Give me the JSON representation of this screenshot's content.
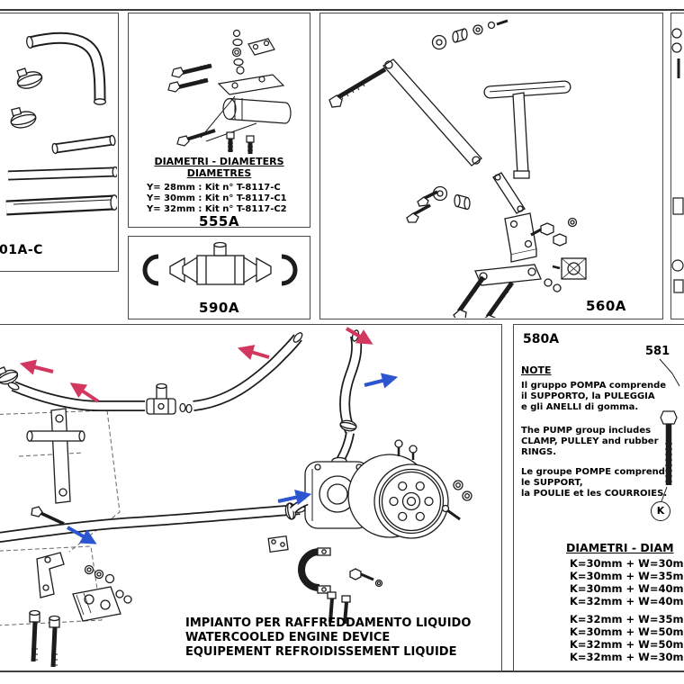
{
  "meta": {
    "page_type": "parts-catalog-exploded-diagram"
  },
  "colors": {
    "line": "#1c1c1c",
    "red_arrow": "#d2375f",
    "blue_arrow": "#2d55cf",
    "panel_border": "#4a4a4a"
  },
  "panels": {
    "hoses": {
      "code": "01A-C"
    },
    "p555": {
      "heading1": "DIAMETRI - DIAMETERS",
      "heading2": "DIAMETRES",
      "kits": [
        "Y= 28mm : Kit n° T-8117-C",
        "Y= 30mm : Kit n° T-8117-C1",
        "Y= 32mm : Kit n° T-8117-C2"
      ],
      "code": "555A"
    },
    "p590": {
      "code": "590A"
    },
    "p560": {
      "code": "560A"
    },
    "p580": {
      "code": "580A",
      "callout": "581",
      "k_badge": "K",
      "note_title": "NOTE",
      "note_it": [
        "Il gruppo POMPA comprende",
        "il SUPPORTO, la PULEGGIA",
        "e gli ANELLI di gomma."
      ],
      "note_en": [
        "The PUMP group includes",
        "CLAMP, PULLEY and rubber",
        "RINGS."
      ],
      "note_fr": [
        "Le groupe POMPE comprend",
        "le SUPPORT,",
        "la POULIE et les COURROIES."
      ],
      "table_heading": "DIAMETRI - DIAM",
      "rows_a": [
        "K=30mm + W=30m",
        "K=30mm + W=35m",
        "K=30mm + W=40m",
        "K=32mm + W=40m"
      ],
      "rows_b": [
        "K=32mm + W=35m",
        "K=30mm + W=50m",
        "K=32mm + W=50m",
        "K=32mm + W=30m"
      ]
    },
    "main": {
      "caption": [
        "IMPIANTO PER RAFFREDDAMENTO LIQUIDO",
        "WATERCOOLED ENGINE DEVICE",
        "EQUIPEMENT REFROIDISSEMENT LIQUIDE"
      ]
    }
  }
}
